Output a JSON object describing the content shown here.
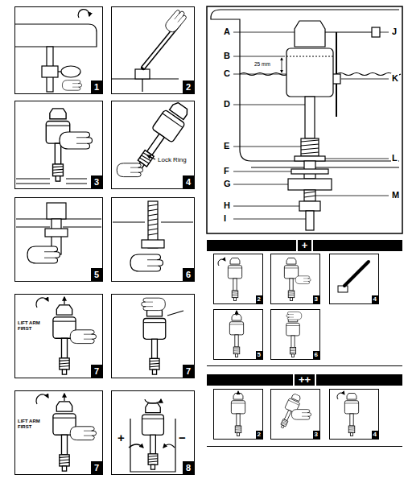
{
  "diagram": {
    "nodes": [
      {
        "text": [
          "1"
        ]
      },
      {
        "text": [
          "2"
        ]
      },
      {
        "text": [
          "3"
        ]
      },
      {
        "text": [
          "4"
        ]
      },
      {
        "text": [
          "5"
        ]
      },
      {
        "text": [
          "6"
        ]
      },
      {
        "text": [
          "7"
        ]
      },
      {
        "text": [
          "7"
        ]
      },
      {
        "text": [
          "7"
        ]
      },
      {
        "text": [
          "8"
        ]
      },
      {
        "text": [
          "+"
        ]
      },
      {
        "text": [
          "2"
        ],
        "in": 10
      },
      {
        "text": [
          "3"
        ],
        "in": 10
      },
      {
        "text": [
          "4"
        ],
        "in": 10
      },
      {
        "text": [
          "5"
        ],
        "in": 10
      },
      {
        "text": [
          "6"
        ],
        "in": 10
      },
      {
        "text": [
          "++"
        ]
      },
      {
        "text": [
          "2"
        ],
        "in": 16
      },
      {
        "text": [
          "3"
        ],
        "in": 16
      },
      {
        "text": [
          "4"
        ],
        "in": 16
      }
    ],
    "labels": [
      "A",
      "B",
      "25 mm",
      "C",
      "D",
      "E",
      "F",
      "G",
      "H",
      "I",
      "J",
      "K",
      "L",
      "M",
      "Lock Ring",
      "LIFT ARM FIRST",
      "LIFT ARM FIRST",
      "+",
      "−"
    ]
  }
}
